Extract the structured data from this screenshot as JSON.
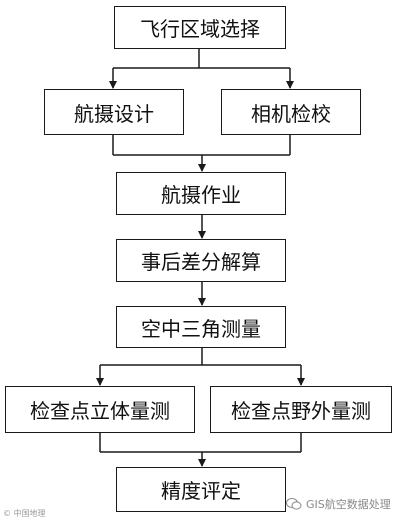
{
  "flowchart": {
    "nodes": {
      "select_area": "飞行区域选择",
      "aerial_design": "航摄设计",
      "camera_calibration": "相机检校",
      "aerial_work": "航摄作业",
      "post_processing": "事后差分解算",
      "aerial_triangulation": "空中三角测量",
      "stereo_measurement": "检查点立体量测",
      "field_measurement": "检查点野外量测",
      "accuracy_assessment": "精度评定"
    }
  },
  "watermarks": {
    "bottom_left": "© 中国地理",
    "bottom_right": "GIS航空数据处理",
    "bottom_right_icon": "wechat-icon"
  }
}
